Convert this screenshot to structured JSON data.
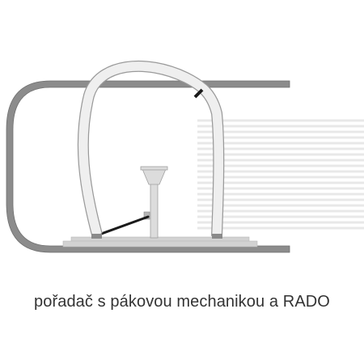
{
  "caption": "pořadač s pákovou mechanikou a RADO",
  "colors": {
    "binder_shell": "#8c8c8c",
    "lever_arch": "#e6e6e6",
    "arch_outline": "#9a9a9a",
    "base_plate": "#d2d2d2",
    "lever_bar": "#1a1a1a",
    "paper_lines": "#e8e8e8",
    "caption_text": "#333333"
  },
  "icons": [
    "binder-shell",
    "lever-arch-mechanism",
    "lever-bar",
    "post-mechanism",
    "paper-stack"
  ]
}
